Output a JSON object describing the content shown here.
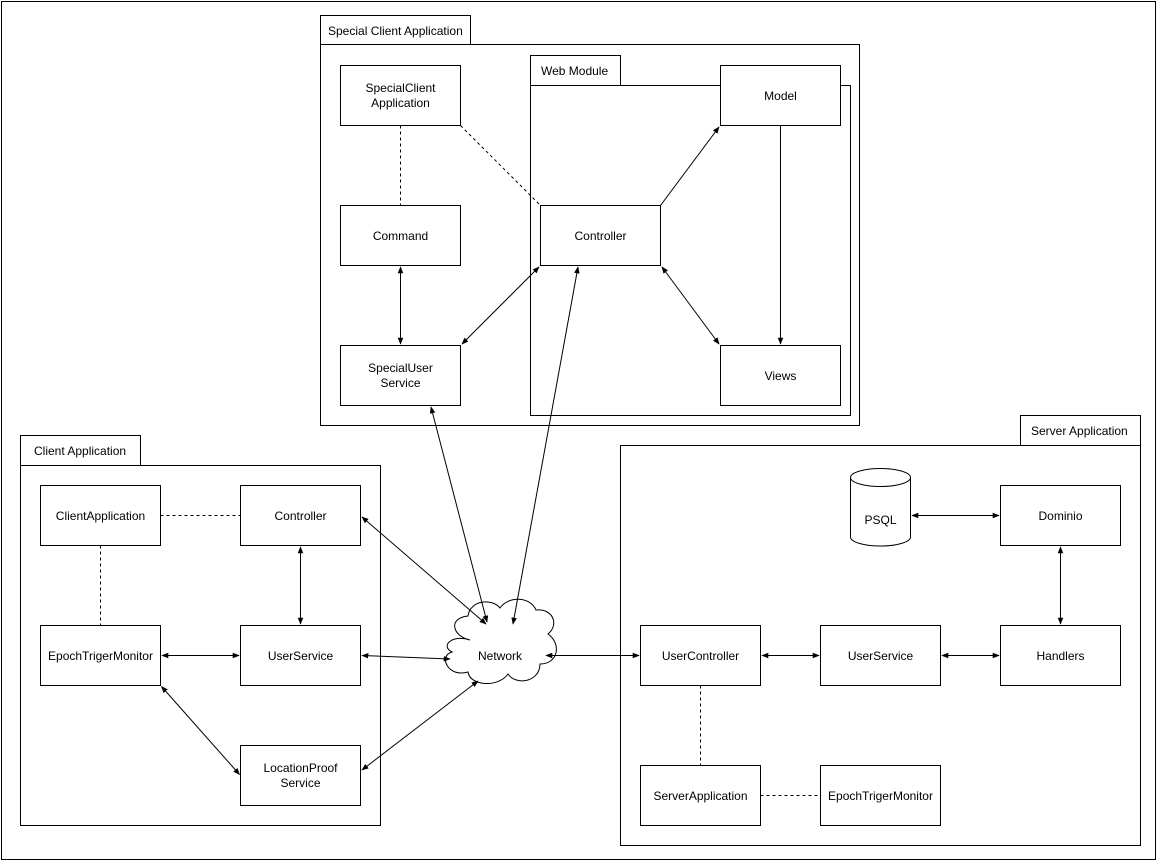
{
  "special_client": {
    "title": "Special Client Application",
    "app": [
      "SpecialClient",
      "Application"
    ],
    "command": "Command",
    "service": [
      "SpecialUser",
      "Service"
    ],
    "web_module": {
      "title": "Web Module",
      "model": "Model",
      "controller": "Controller",
      "views": "Views"
    }
  },
  "client": {
    "title": "Client Application",
    "app": "ClientApplication",
    "controller": "Controller",
    "monitor": "EpochTrigerMonitor",
    "user_service": "UserService",
    "location_service": [
      "LocationProof",
      "Service"
    ]
  },
  "network": "Network",
  "server": {
    "title": "Server Application",
    "psql": "PSQL",
    "dominio": "Dominio",
    "user_controller": "UserController",
    "user_service": "UserService",
    "handlers": "Handlers",
    "app": "ServerApplication",
    "monitor": "EpochTrigerMonitor"
  }
}
